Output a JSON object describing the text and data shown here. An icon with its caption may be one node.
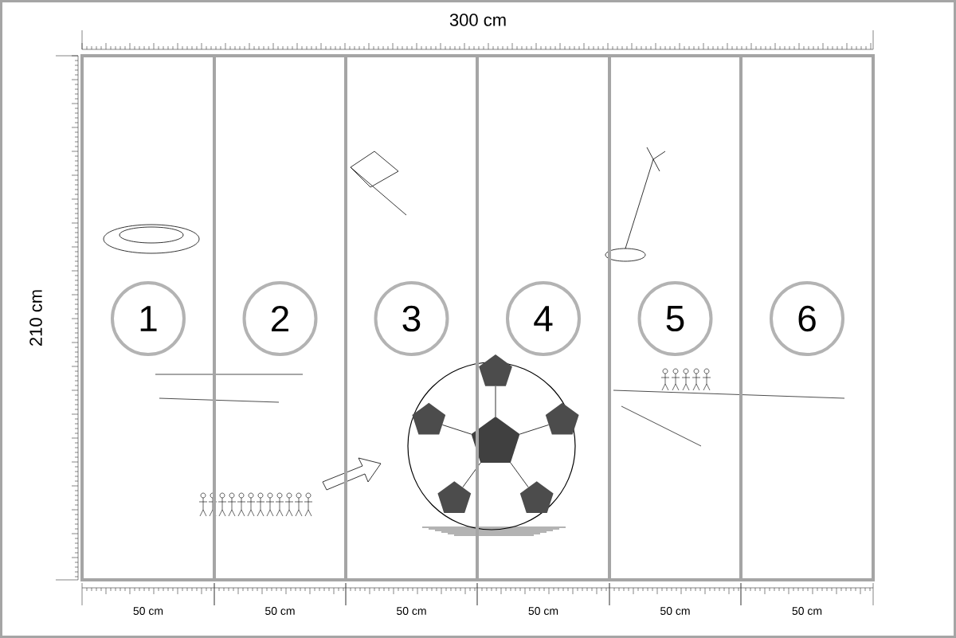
{
  "diagram": {
    "nodes": [
      {
        "text": [
          "1"
        ]
      },
      {
        "text": [
          "2"
        ]
      },
      {
        "text": [
          "3"
        ]
      },
      {
        "text": [
          "4"
        ]
      },
      {
        "text": [
          "5"
        ]
      },
      {
        "text": [
          "6"
        ]
      }
    ],
    "labels": [
      "300 cm",
      "210 cm",
      "50 cm",
      "50 cm",
      "50 cm",
      "50 cm",
      "50 cm",
      "50 cm"
    ]
  }
}
